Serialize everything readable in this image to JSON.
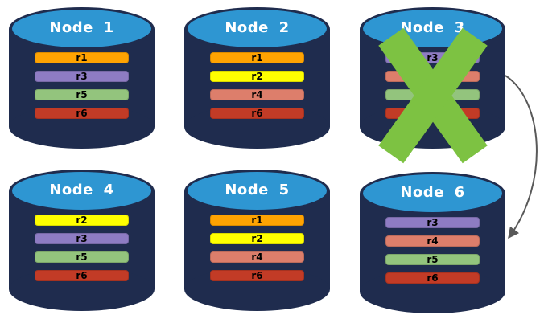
{
  "nodes": [
    {
      "name": "Node 1",
      "failed": false,
      "replicas": [
        {
          "label": "r1",
          "color": "#FFA302"
        },
        {
          "label": "r3",
          "color": "#8E7CC3"
        },
        {
          "label": "r5",
          "color": "#93C47D"
        },
        {
          "label": "r6",
          "color": "#C23B26"
        }
      ]
    },
    {
      "name": "Node 2",
      "failed": false,
      "replicas": [
        {
          "label": "r1",
          "color": "#FFA302"
        },
        {
          "label": "r2",
          "color": "#FFFF00"
        },
        {
          "label": "r4",
          "color": "#DD7E6B"
        },
        {
          "label": "r6",
          "color": "#C23B26"
        }
      ]
    },
    {
      "name": "Node 3",
      "failed": true,
      "replicas": [
        {
          "label": "r3",
          "color": "#8E7CC3"
        },
        {
          "label": "r4",
          "color": "#DD7E6B"
        },
        {
          "label": "r5",
          "color": "#93C47D"
        },
        {
          "label": "r6",
          "color": "#C23B26"
        }
      ]
    },
    {
      "name": "Node 4",
      "failed": false,
      "replicas": [
        {
          "label": "r2",
          "color": "#FFFF00"
        },
        {
          "label": "r3",
          "color": "#8E7CC3"
        },
        {
          "label": "r5",
          "color": "#93C47D"
        },
        {
          "label": "r6",
          "color": "#C23B26"
        }
      ]
    },
    {
      "name": "Node 5",
      "failed": false,
      "replicas": [
        {
          "label": "r1",
          "color": "#FFA302"
        },
        {
          "label": "r2",
          "color": "#FFFF00"
        },
        {
          "label": "r4",
          "color": "#DD7E6B"
        },
        {
          "label": "r6",
          "color": "#C23B26"
        }
      ]
    },
    {
      "name": "Node 6",
      "failed": false,
      "replicas": [
        {
          "label": "r3",
          "color": "#8E7CC3"
        },
        {
          "label": "r4",
          "color": "#DD7E6B"
        },
        {
          "label": "r5",
          "color": "#93C47D"
        },
        {
          "label": "r6",
          "color": "#C23B26"
        }
      ]
    }
  ],
  "arrow": {
    "from": "Node 3",
    "to": "Node 6"
  },
  "colors": {
    "cylinder_body": "#1F2C4E",
    "cylinder_top": "#2E96D2",
    "failure_x": "#7DC242",
    "arrow": "#595959",
    "bar_text": "#000000",
    "title_text": "#FFFFFF"
  }
}
